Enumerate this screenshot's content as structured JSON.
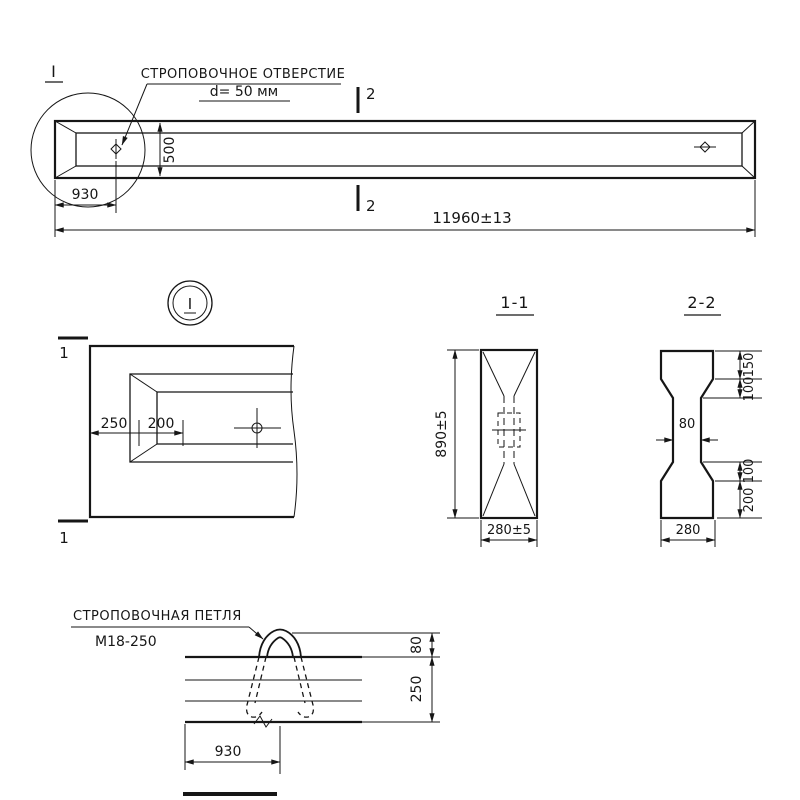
{
  "plan": {
    "detail_mark": "I",
    "note_line1": "СТРОПОВОЧНОЕ ОТВЕРСТИЕ",
    "note_line2": "d= 50 мм",
    "section_mark_top": "2",
    "section_mark_bottom": "2",
    "dim_offset": "930",
    "dim_width": "500",
    "dim_length": "11960±13"
  },
  "detail": {
    "circle_mark": "I",
    "section_mark_top": "1",
    "section_mark_bottom": "1",
    "dim_250": "250",
    "dim_200": "200"
  },
  "section11": {
    "title": "1-1",
    "dim_height": "890±5",
    "dim_width": "280±5"
  },
  "section22": {
    "title": "2-2",
    "dim_150": "150",
    "dim_100_top": "100",
    "dim_web": "80",
    "dim_100_bottom": "100",
    "dim_200": "200",
    "dim_width": "280"
  },
  "loop": {
    "note_line1": "СТРОПОВОЧНАЯ ПЕТЛЯ",
    "note_line2": "М18-250",
    "dim_80": "80",
    "dim_250": "250",
    "dim_930": "930"
  }
}
